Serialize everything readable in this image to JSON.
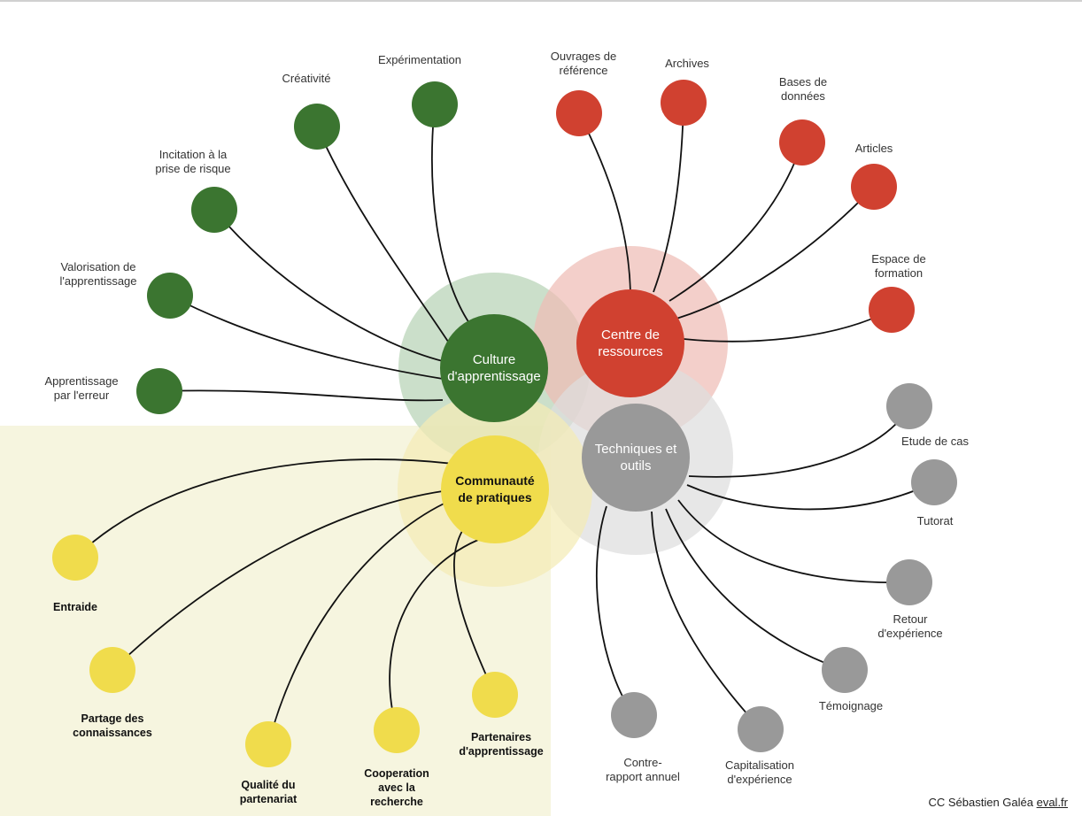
{
  "colors": {
    "culture": "#3b7530",
    "ressources": "#d04130",
    "techniques": "#999999",
    "communaute": "#f0dc4c",
    "culture_halo": "#b7d2b5",
    "ressources_halo": "#efbdb6",
    "techniques_halo": "#dedede",
    "communaute_halo": "#f4ecb5",
    "zone": "#f6f5df"
  },
  "hubs": [
    {
      "id": "culture",
      "label": "Culture\nd'apprentissage"
    },
    {
      "id": "ressources",
      "label": "Centre de\nressources"
    },
    {
      "id": "techniques",
      "label": "Techniques et\noutils"
    },
    {
      "id": "communaute",
      "label": "Communauté\nde pratiques"
    }
  ],
  "nodes": [
    {
      "hub": "culture",
      "label": "Apprentissage\npar l'erreur"
    },
    {
      "hub": "culture",
      "label": "Valorisation de\nl'apprentissage"
    },
    {
      "hub": "culture",
      "label": "Incitation à la\nprise de risque"
    },
    {
      "hub": "culture",
      "label": "Créativité"
    },
    {
      "hub": "culture",
      "label": "Expérimentation"
    },
    {
      "hub": "ressources",
      "label": "Ouvrages de\nréférence"
    },
    {
      "hub": "ressources",
      "label": "Archives"
    },
    {
      "hub": "ressources",
      "label": "Bases de\ndonnées"
    },
    {
      "hub": "ressources",
      "label": "Articles"
    },
    {
      "hub": "ressources",
      "label": "Espace de\nformation"
    },
    {
      "hub": "techniques",
      "label": "Etude de cas"
    },
    {
      "hub": "techniques",
      "label": "Tutorat"
    },
    {
      "hub": "techniques",
      "label": "Retour\nd'expérience"
    },
    {
      "hub": "techniques",
      "label": "Témoignage"
    },
    {
      "hub": "techniques",
      "label": "Capitalisation\nd'expérience"
    },
    {
      "hub": "techniques",
      "label": "Contre-\nrapport annuel"
    },
    {
      "hub": "communaute",
      "label": "Entraide"
    },
    {
      "hub": "communaute",
      "label": "Partage des\nconnaissances"
    },
    {
      "hub": "communaute",
      "label": "Qualité du\npartenariat"
    },
    {
      "hub": "communaute",
      "label": "Cooperation\navec la\nrecherche"
    },
    {
      "hub": "communaute",
      "label": "Partenaires\nd'apprentissage"
    }
  ],
  "credit": {
    "text": "CC Sébastien Galéa ",
    "link": "eval.fr"
  }
}
